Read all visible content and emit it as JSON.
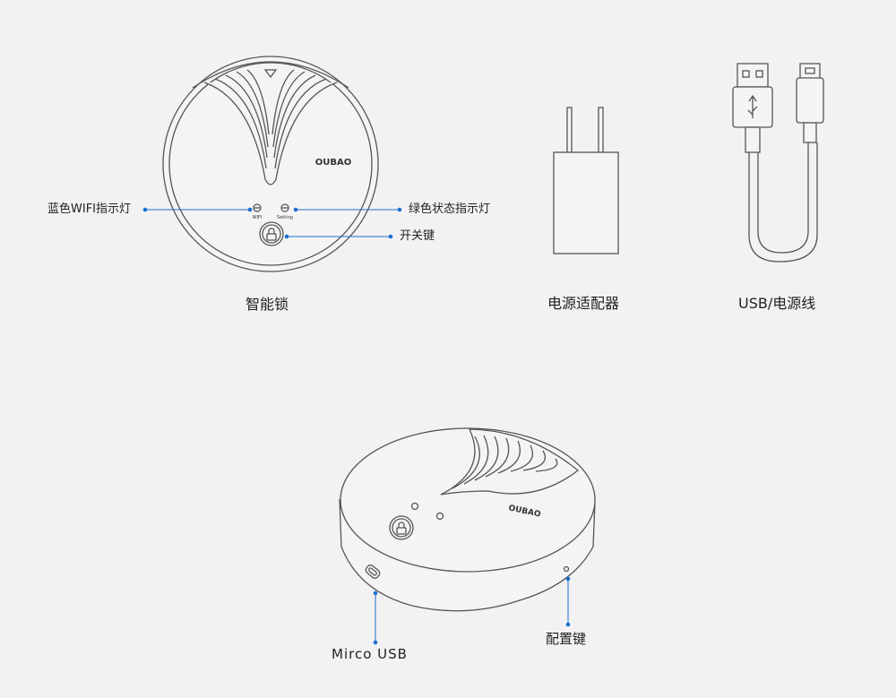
{
  "products": {
    "lock": {
      "caption": "智能锁",
      "logo": "OUBAO"
    },
    "adapter": {
      "caption": "电源适配器"
    },
    "cable": {
      "caption": "USB/电源线"
    }
  },
  "callouts": {
    "blue_wifi_indicator": "蓝色WIFI指示灯",
    "green_status_indicator": "绿色状态指示灯",
    "power_button": "开关键",
    "micro_usb": "Mirco USB",
    "config_button": "配置键"
  },
  "device_marks": {
    "wifi": "WIFI",
    "setting": "Setting"
  },
  "colors": {
    "callout_line": "#1a6fd1",
    "outline": "#555555",
    "background": "#f2f2f2"
  }
}
